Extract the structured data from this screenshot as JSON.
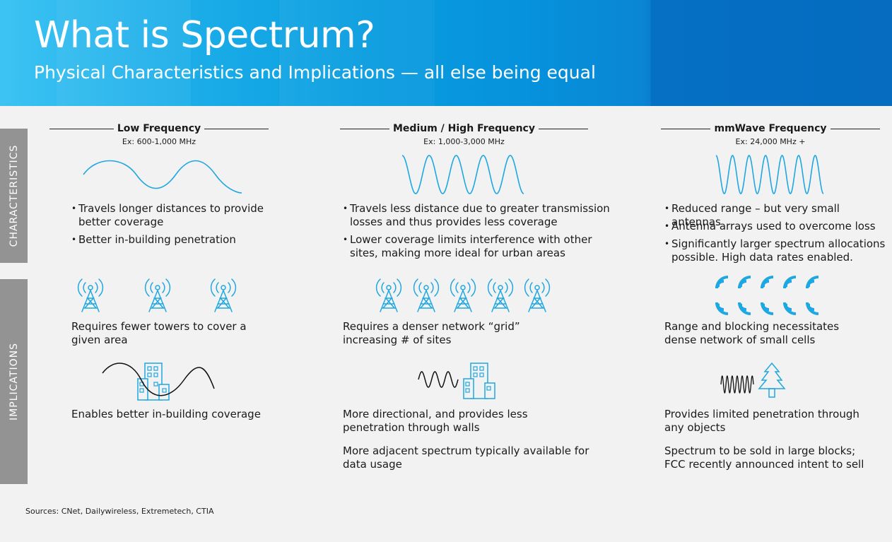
{
  "header": {
    "title": "What is Spectrum?",
    "subtitle": "Physical Characteristics and Implications — all else being equal"
  },
  "sidebar": {
    "characteristics": "CHARACTERISTICS",
    "implications": "IMPLICATIONS"
  },
  "columns": [
    {
      "name": "Low Frequency",
      "example": "Ex: 600-1,000 MHz",
      "bullets": [
        "Travels longer distances to provide better coverage",
        "Better in-building penetration"
      ],
      "towers_text": "Requires fewer towers to cover a given area",
      "penetration_text": "Enables better in-building coverage"
    },
    {
      "name": "Medium / High Frequency",
      "example": "Ex: 1,000-3,000 MHz",
      "bullets": [
        "Travels less distance due to greater transmission losses and thus provides less coverage",
        "Lower coverage limits interference with other sites, making more ideal for urban areas"
      ],
      "towers_text": "Requires a denser network “grid” increasing # of sites",
      "penetration_text": "More directional, and provides less penetration through walls",
      "extra_text": "More adjacent spectrum typically available for data usage"
    },
    {
      "name": "mmWave Frequency",
      "example": "Ex: 24,000 MHz +",
      "bullets": [
        "Reduced range – but very small antennas",
        "Antenna arrays used to overcome loss",
        "Significantly larger spectrum allocations possible. High data rates enabled."
      ],
      "towers_text": "Range and blocking necessitates dense network of small cells",
      "penetration_text": "Provides limited penetration through any objects",
      "extra_text": "Spectrum to be sold in large blocks; FCC recently announced intent to sell"
    }
  ],
  "sources": "Sources: CNet, Dailywireless, Extremetech, CTIA",
  "colors": {
    "accent_blue": "#1ea7e1",
    "header_dark": "#056cbf",
    "sidebar_gray": "#939393"
  }
}
